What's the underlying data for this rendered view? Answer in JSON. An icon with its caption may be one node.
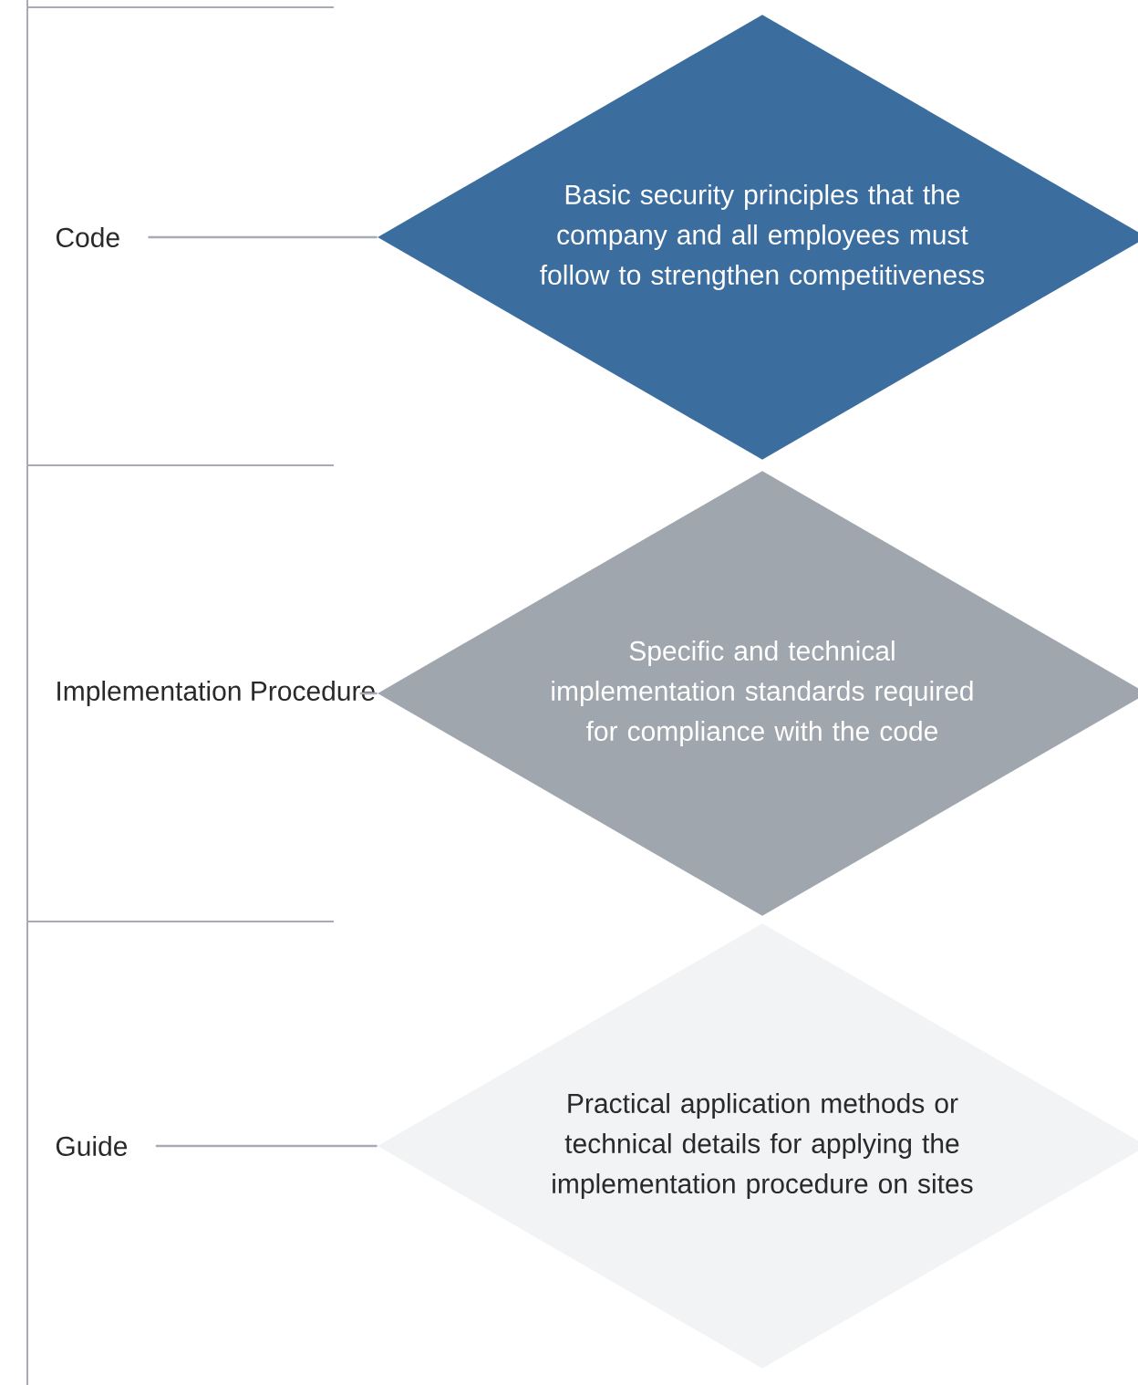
{
  "diagram": {
    "nodes": [
      {
        "text": [
          "Code"
        ]
      },
      {
        "text": [
          "Basic security principles that the company and all employees must follow to strengthen competitiveness"
        ]
      },
      {
        "text": [
          "Implementation Procedure"
        ]
      },
      {
        "text": [
          "Specific and technical implementation standards required for compliance with the code"
        ]
      },
      {
        "text": [
          "Guide"
        ]
      },
      {
        "text": [
          "Practical application methods or technical details for applying the implementation procedure on sites"
        ]
      }
    ],
    "edges": [
      {
        "from": 0,
        "to": 1,
        "arrow": "none"
      },
      {
        "from": 2,
        "to": 3,
        "arrow": "none"
      },
      {
        "from": 4,
        "to": 5,
        "arrow": "none"
      }
    ]
  }
}
